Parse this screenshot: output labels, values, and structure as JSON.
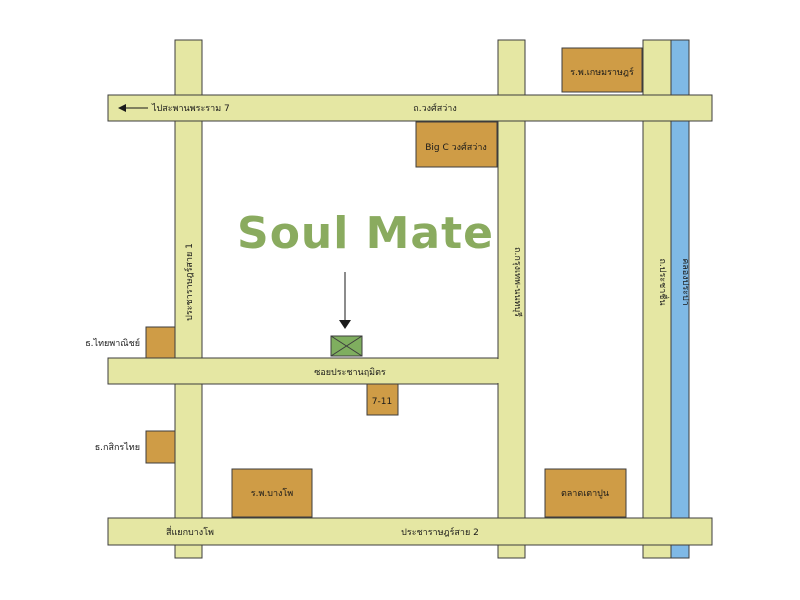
{
  "roads": {
    "wongsawang": "ถ.วงศ์สว่าง",
    "to_rama7": "ไปสะพานพระราม 7",
    "krungthep_nonthaburi": "ถ.กรุงเทพ-นนทบุรี",
    "pracharat": "ถ.ประชาชื่น",
    "pracharatbamphen1": "ประชาราษฎร์สาย 1",
    "pracharatbamphen2": "ประชาราษฎร์สาย 2",
    "soi": "ซอยประชานฤมิตร",
    "bangpho_junction": "สี่แยกบางโพ"
  },
  "canal": {
    "name": "คลองประปา"
  },
  "places": {
    "hospital_kasemrad": "ร.พ.เกษมราษฎร์",
    "bigc": "Big C วงศ์สว่าง",
    "thai_panich": "ธ.ไทยพาณิชย์",
    "seven_eleven": "7-11",
    "kasikorn": "ธ.กสิกรไทย",
    "hospital_bangpho": "ร.พ.บางโพ",
    "market_taopoon": "ตลาดเตาปูน"
  },
  "logo": {
    "text": "Soul Mate"
  },
  "colors": {
    "road": "#e5e7a3",
    "canal": "#7fb9e6",
    "place": "#cf9c46",
    "logo": "#8aab5f",
    "target_marker": "#7fae5f"
  }
}
